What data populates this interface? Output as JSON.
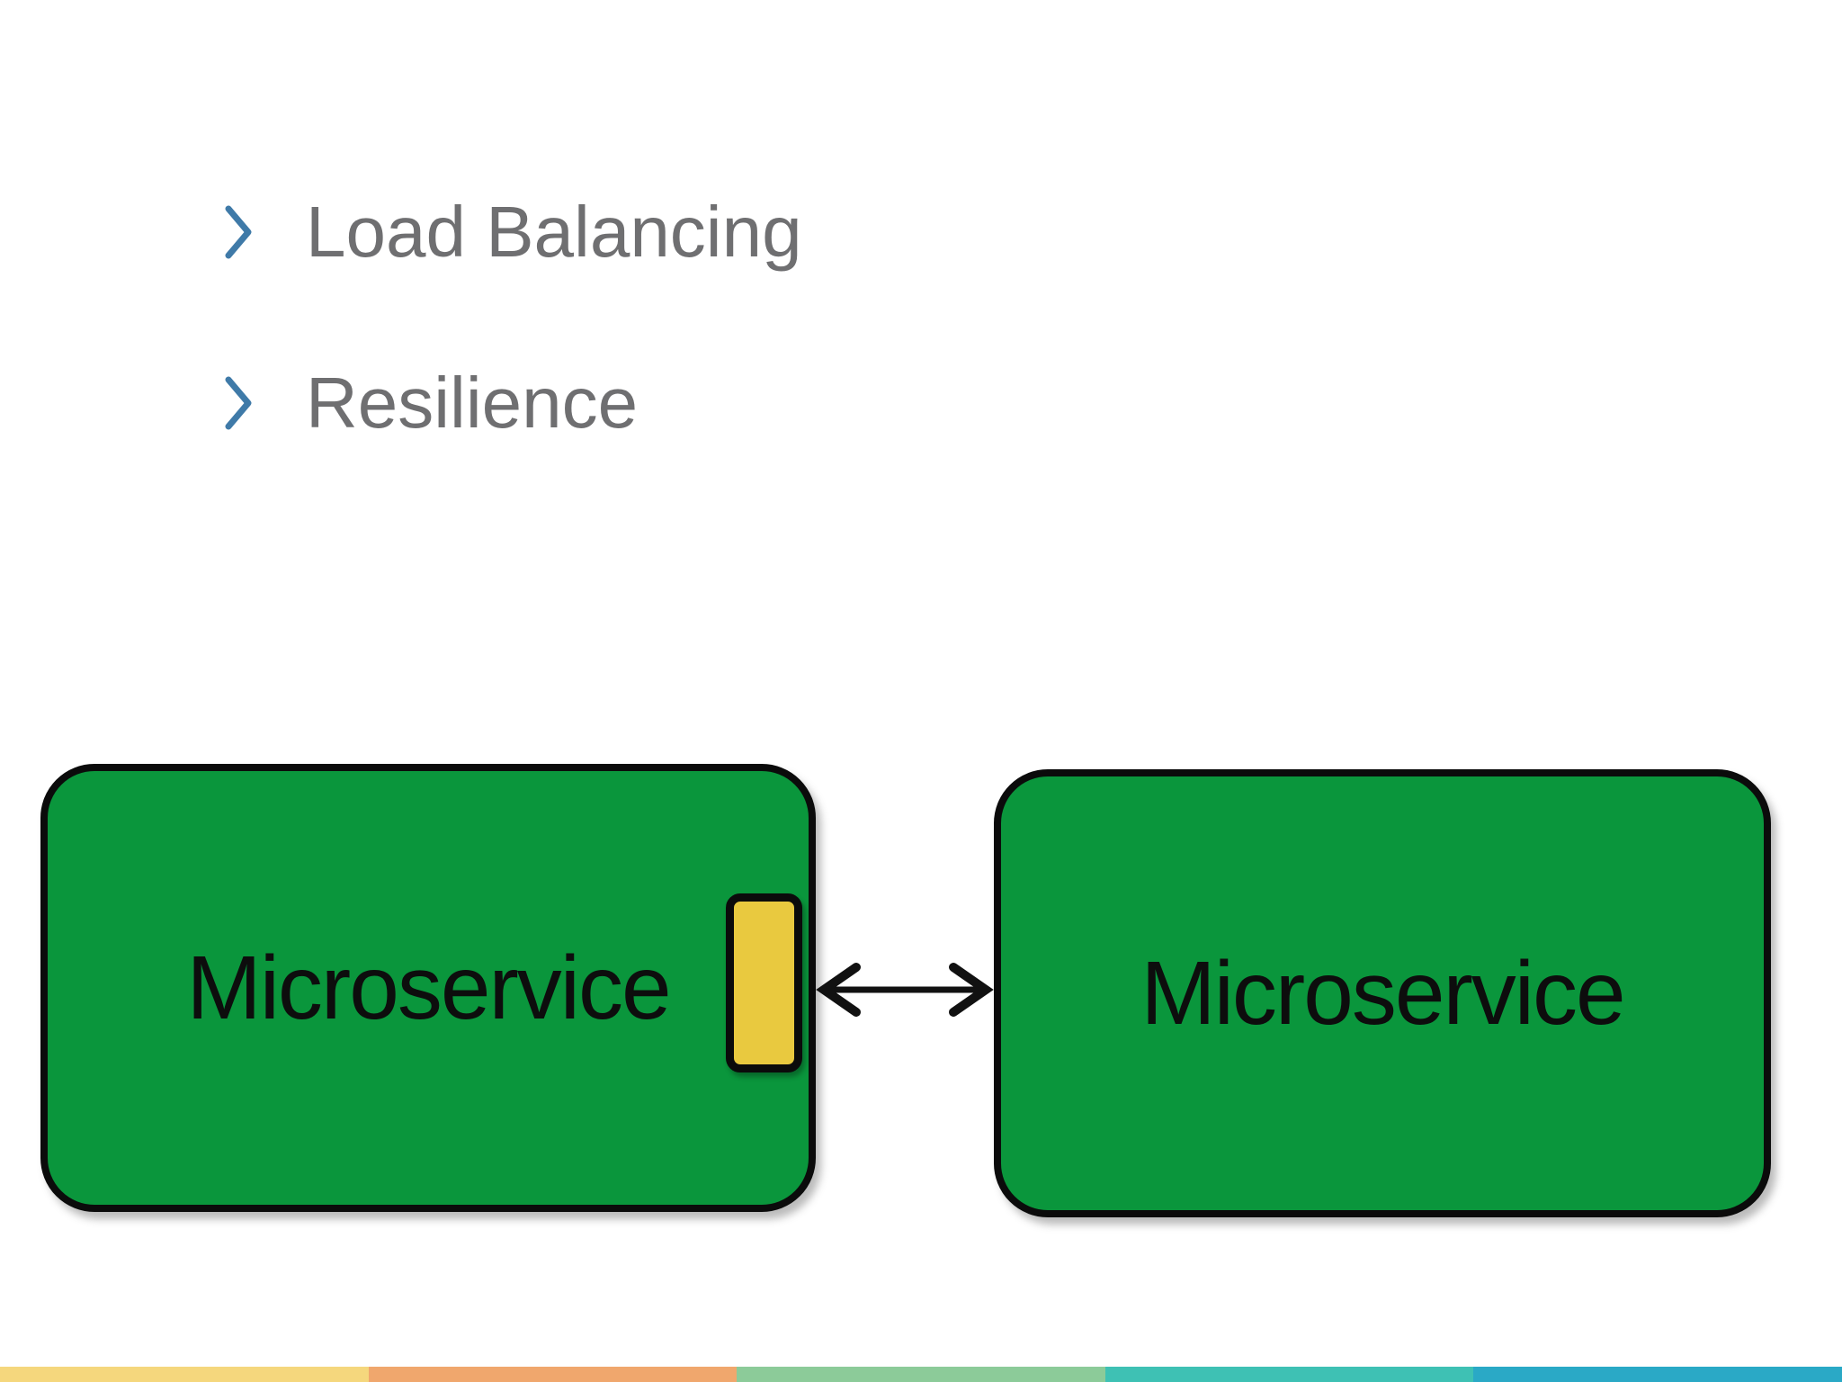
{
  "slide": {
    "background_color": "#ffffff",
    "bullet_list": {
      "marker_icon": "chevron-right-icon",
      "marker_color": "#3f7aa8",
      "text_color": "#6f6f71",
      "items": [
        {
          "label": "Load Balancing"
        },
        {
          "label": "Resilience"
        }
      ]
    },
    "diagram": {
      "nodes": [
        {
          "id": "left",
          "label": "Microservice",
          "fill_color": "#0a963c",
          "stroke_color": "#0b0b0b"
        },
        {
          "id": "right",
          "label": "Microservice",
          "fill_color": "#0a963c",
          "stroke_color": "#0b0b0b"
        }
      ],
      "port": {
        "fill_color": "#e9c93f",
        "stroke_color": "#0b0b0b"
      },
      "connector": {
        "kind": "double-headed-arrow",
        "color": "#111111"
      }
    },
    "footer_stripe": {
      "segment_colors": [
        "#f5d77d",
        "#f0a76d",
        "#8ccb99",
        "#3ec1b4",
        "#2aa9c6"
      ]
    }
  }
}
